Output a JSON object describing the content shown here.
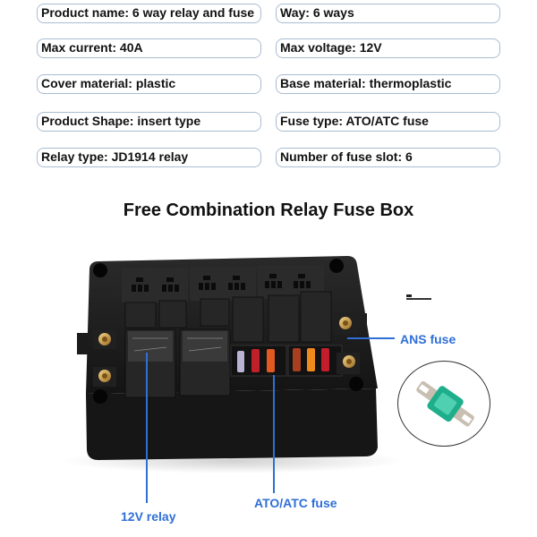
{
  "specs": {
    "left": [
      "Product name: 6 way relay and fuse",
      "Max current: 40A",
      "Cover material: plastic",
      "Product Shape: insert type",
      "Relay type: JD1914 relay"
    ],
    "right": [
      "Way: 6 ways",
      "Max voltage: 12V",
      "Base material: thermoplastic",
      "Fuse type: ATO/ATC fuse",
      "Number of fuse slot: 6"
    ]
  },
  "title": "Free Combination Relay Fuse Box",
  "callouts": {
    "ans_fuse": "ANS fuse",
    "relay": "12V relay",
    "ato_fuse": "ATO/ATC fuse"
  },
  "colors": {
    "callout_blue": "#2f6fd6",
    "spec_border": "#a9bcd0",
    "box_black": "#1c1c1c",
    "ans_fuse_green": "#1fae8c"
  },
  "fuses": [
    {
      "color": "#b9b3d6"
    },
    {
      "color": "#c0202a"
    },
    {
      "color": "#e05a22"
    },
    {
      "color": "#a8401f"
    },
    {
      "color": "#f08a1c"
    },
    {
      "color": "#c41e2c"
    }
  ]
}
